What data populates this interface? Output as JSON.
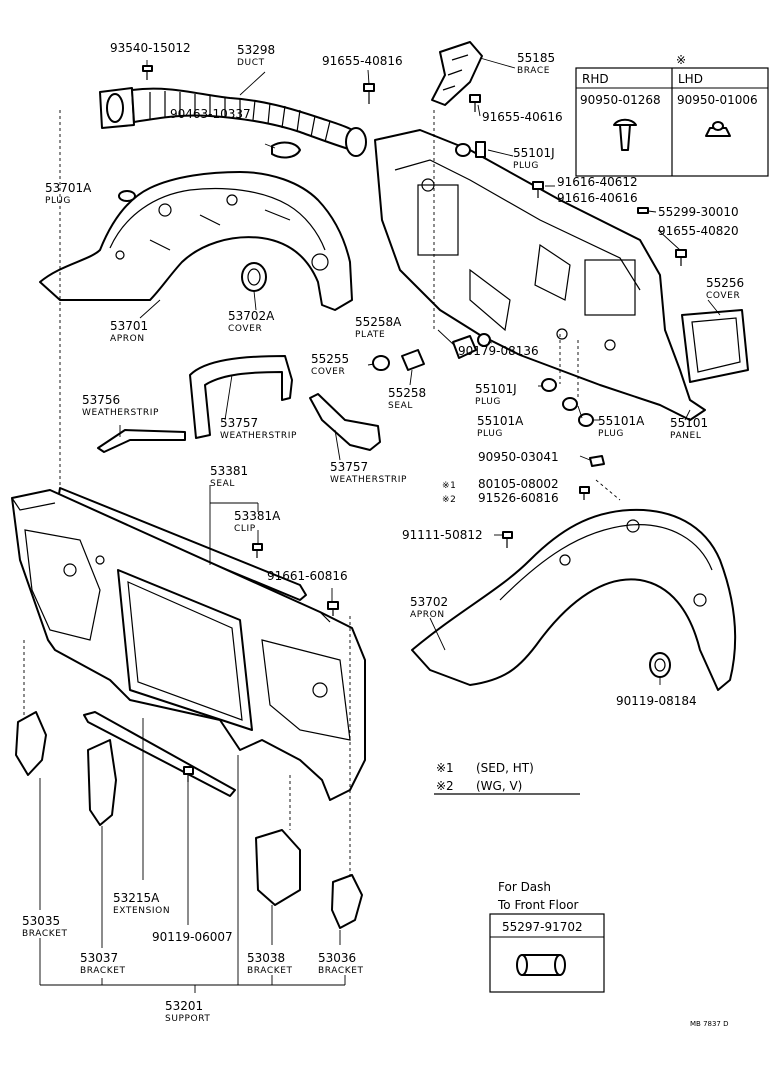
{
  "parts": [
    {
      "id": "p1",
      "number": "93540-15012",
      "name": ""
    },
    {
      "id": "p2",
      "number": "53298",
      "name": "DUCT"
    },
    {
      "id": "p3",
      "number": "91655-40816",
      "name": ""
    },
    {
      "id": "p4",
      "number": "55185",
      "name": "BRACE"
    },
    {
      "id": "p5",
      "number": "91655-40616",
      "name": ""
    },
    {
      "id": "p6",
      "number": "90463-10337",
      "name": ""
    },
    {
      "id": "p7",
      "number": "55101J",
      "name": "PLUG"
    },
    {
      "id": "p8",
      "number": "91616-40612",
      "name": ""
    },
    {
      "id": "p9",
      "number": "91616-40616",
      "name": ""
    },
    {
      "id": "p10",
      "number": "53701A",
      "name": "PLUG"
    },
    {
      "id": "p11",
      "number": "55299-30010",
      "name": ""
    },
    {
      "id": "p12",
      "number": "91655-40820",
      "name": ""
    },
    {
      "id": "p13",
      "number": "55256",
      "name": "COVER"
    },
    {
      "id": "p14",
      "number": "53701",
      "name": "APRON"
    },
    {
      "id": "p15",
      "number": "53702A",
      "name": "COVER"
    },
    {
      "id": "p16",
      "number": "55258A",
      "name": "PLATE"
    },
    {
      "id": "p17",
      "number": "55255",
      "name": "COVER"
    },
    {
      "id": "p18",
      "number": "90179-08136",
      "name": ""
    },
    {
      "id": "p19",
      "number": "55258",
      "name": "SEAL"
    },
    {
      "id": "p20",
      "number": "55101J",
      "name": "PLUG"
    },
    {
      "id": "p21",
      "number": "53756",
      "name": "WEATHERSTRIP"
    },
    {
      "id": "p22",
      "number": "53757",
      "name": "WEATHERSTRIP"
    },
    {
      "id": "p23",
      "number": "55101A",
      "name": "PLUG"
    },
    {
      "id": "p24",
      "number": "55101A",
      "name": "PLUG"
    },
    {
      "id": "p25",
      "number": "55101",
      "name": "PANEL"
    },
    {
      "id": "p26",
      "number": "53757",
      "name": "WEATHERSTRIP"
    },
    {
      "id": "p27",
      "number": "90950-03041",
      "name": ""
    },
    {
      "id": "p28",
      "number": "53381",
      "name": "SEAL"
    },
    {
      "id": "p29",
      "number": "80105-08002",
      "name": "",
      "mark": "※1"
    },
    {
      "id": "p30",
      "number": "91526-60816",
      "name": "",
      "mark": "※2"
    },
    {
      "id": "p31",
      "number": "53381A",
      "name": "CLIP"
    },
    {
      "id": "p32",
      "number": "91111-50812",
      "name": ""
    },
    {
      "id": "p33",
      "number": "91661-60816",
      "name": ""
    },
    {
      "id": "p34",
      "number": "53702",
      "name": "APRON"
    },
    {
      "id": "p35",
      "number": "90119-08184",
      "name": ""
    },
    {
      "id": "p36",
      "number": "53215A",
      "name": "EXTENSION"
    },
    {
      "id": "p37",
      "number": "53035",
      "name": "BRACKET"
    },
    {
      "id": "p38",
      "number": "90119-06007",
      "name": ""
    },
    {
      "id": "p39",
      "number": "53037",
      "name": "BRACKET"
    },
    {
      "id": "p40",
      "number": "53038",
      "name": "BRACKET"
    },
    {
      "id": "p41",
      "number": "53036",
      "name": "BRACKET"
    },
    {
      "id": "p42",
      "number": "53201",
      "name": "SUPPORT"
    }
  ],
  "variant_table": {
    "mark": "※",
    "headers": [
      "RHD",
      "LHD"
    ],
    "values": [
      "90950-01268",
      "90950-01006"
    ]
  },
  "notes": [
    {
      "mark": "※1",
      "text": "(SED, HT)"
    },
    {
      "mark": "※2",
      "text": "(WG, V)"
    }
  ],
  "dash_note": {
    "title_line1": "For Dash",
    "title_line2": "To Front Floor",
    "part_number": "55297-91702"
  },
  "footer_code": "MB 7837 D"
}
